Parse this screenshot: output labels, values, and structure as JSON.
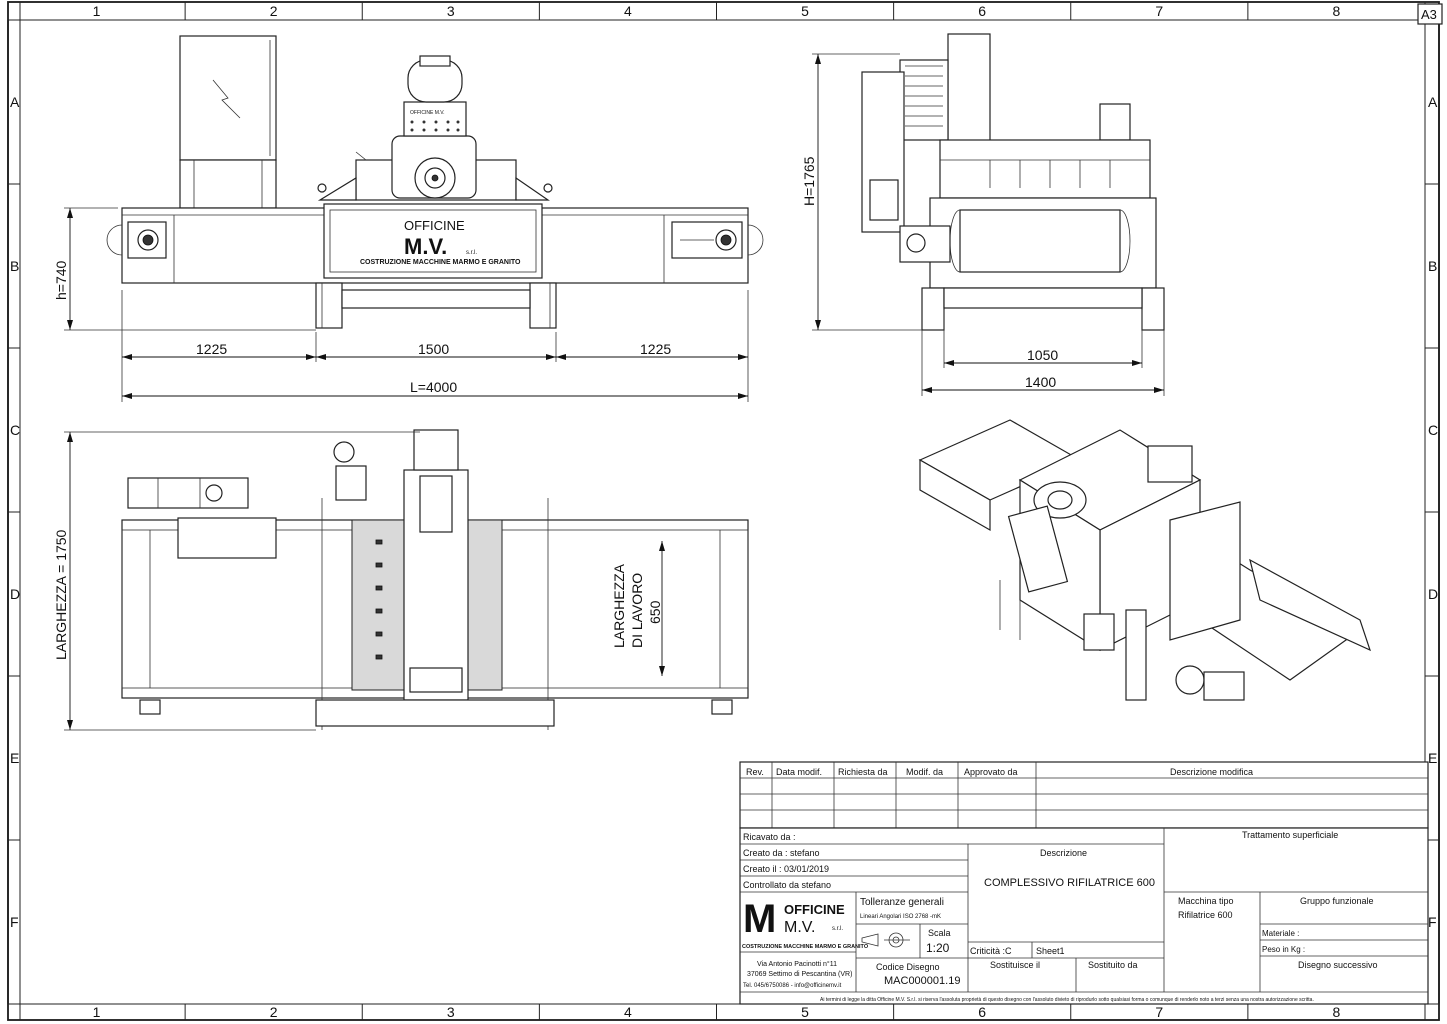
{
  "sheet": {
    "size": "A3",
    "columns": [
      "1",
      "2",
      "3",
      "4",
      "5",
      "6",
      "7",
      "8"
    ],
    "rows": [
      "A",
      "B",
      "C",
      "D",
      "E",
      "F"
    ]
  },
  "front_view": {
    "panel_brand": "OFFICINE",
    "panel_logo": "M.V.",
    "panel_srl": "s.r.l.",
    "panel_tagline": "COSTRUZIONE MACCHINE MARMO E GRANITO",
    "motor_plate": "OFFICINE M.V.",
    "dims": {
      "height": "h=740",
      "left": "1225",
      "center": "1500",
      "right": "1225",
      "length": "L=4000"
    }
  },
  "side_view": {
    "dims": {
      "height": "H=1765",
      "inner": "1050",
      "outer": "1400"
    }
  },
  "plan_view": {
    "dims": {
      "width": "LARGHEZZA = 1750",
      "work_l1": "LARGHEZZA",
      "work_l2": "DI LAVORO",
      "work_val": "650"
    }
  },
  "revisions": {
    "headers": [
      "Rev.",
      "Data modif.",
      "Richiesta da",
      "Modif. da",
      "Approvato da",
      "Descrizione modifica"
    ]
  },
  "title_block": {
    "ricavato": "Ricavato da :",
    "creato_da": "Creato da : stefano",
    "creato_il": "Creato il : 03/01/2019",
    "controllato": "Controllato da stefano",
    "descrizione_label": "Descrizione",
    "descrizione": "COMPLESSIVO RIFILATRICE 600",
    "trattamento": "Trattamento superficiale",
    "logo_officine": "OFFICINE",
    "logo_mv": "M.V.",
    "logo_srl": "s.r.l.",
    "logo_tagline": "COSTRUZIONE MACCHINE MARMO E GRANITO",
    "tolleranze": "Tolleranze generali",
    "lineari": "Lineari Angolari ISO 2768 -mK",
    "scala_label": "Scala",
    "scala": "1:20",
    "criticita": "Criticità :C",
    "sheet_name": "Sheet1",
    "macchina_tipo": "Macchina tipo",
    "macchina_val": "Rifilatrice 600",
    "gruppo": "Gruppo funzionale",
    "materiale": "Materiale :",
    "peso": "Peso in Kg :",
    "address1": "Via Antonio Pacinotti n°11",
    "address2": "37069 Settimo di Pescantina (VR)",
    "address3": "Tel. 045/6750086 - info@officinemv.it",
    "codice_label": "Codice Disegno",
    "codice": "MAC000001.19",
    "sostituisce": "Sostituisce il",
    "sostituito": "Sostituito da",
    "disegno_successivo": "Disegno successivo",
    "legal": "Ai termini di legge la ditta Officine M.V. S.r.l. si riserva l'assoluta proprietà di questo disegno con l'assoluto divieto di riprodurlo sotto qualsiasi forma o comunque di renderlo noto a terzi senza una nostra autorizzazione scritta."
  }
}
